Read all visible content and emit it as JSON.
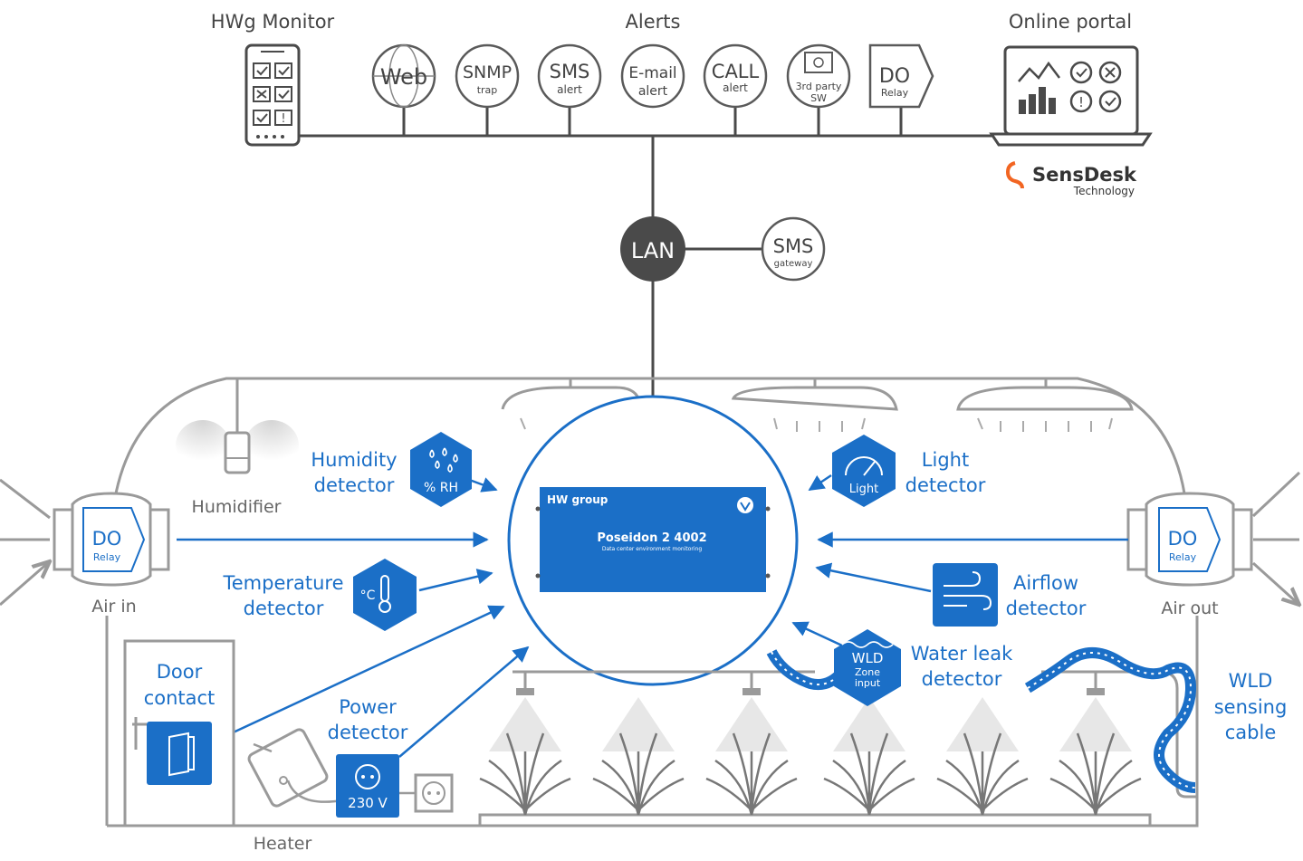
{
  "header": {
    "hwg_monitor": "HWg Monitor",
    "alerts": "Alerts",
    "online_portal": "Online portal"
  },
  "alerts": [
    {
      "main": "Web",
      "sub": ""
    },
    {
      "main": "SNMP",
      "sub": "trap"
    },
    {
      "main": "SMS",
      "sub": "alert"
    },
    {
      "main": "E-mail",
      "sub": "alert"
    },
    {
      "main": "CALL",
      "sub": "alert"
    },
    {
      "main": "3rd party",
      "sub": "SW"
    },
    {
      "main": "DO",
      "sub": "Relay"
    }
  ],
  "sensdesk": {
    "brand": "SensDesk",
    "sub": "Technology"
  },
  "network": {
    "lan": "LAN",
    "sms_main": "SMS",
    "sms_sub": "gateway"
  },
  "device": {
    "brand": "HW group",
    "name": "Poseidon 2 4002",
    "subtitle": "Data center environment monitoring"
  },
  "relays": {
    "do": "DO",
    "relay": "Relay"
  },
  "labels": {
    "air_in": "Air in",
    "air_out": "Air out",
    "humidifier": "Humidifier",
    "heater": "Heater"
  },
  "detectors": {
    "humidity": [
      "Humidity",
      "detector"
    ],
    "humidity_icon": "% RH",
    "temperature": [
      "Temperature",
      "detector"
    ],
    "temperature_icon": "°C",
    "door": [
      "Door",
      "contact"
    ],
    "power": [
      "Power",
      "detector"
    ],
    "power_icon": "230 V",
    "light": [
      "Light",
      "detector"
    ],
    "light_icon": "Light",
    "airflow": [
      "Airflow",
      "detector"
    ],
    "water": [
      "Water leak",
      "detector"
    ],
    "wld_icon": [
      "WLD",
      "Zone",
      "input"
    ],
    "wld_cable": [
      "WLD",
      "sensing",
      "cable"
    ]
  },
  "colors": {
    "accent": "#1b6fc7",
    "dark": "#4a4a4a",
    "gray": "#9a9a9a",
    "brand_orange": "#f26522"
  }
}
